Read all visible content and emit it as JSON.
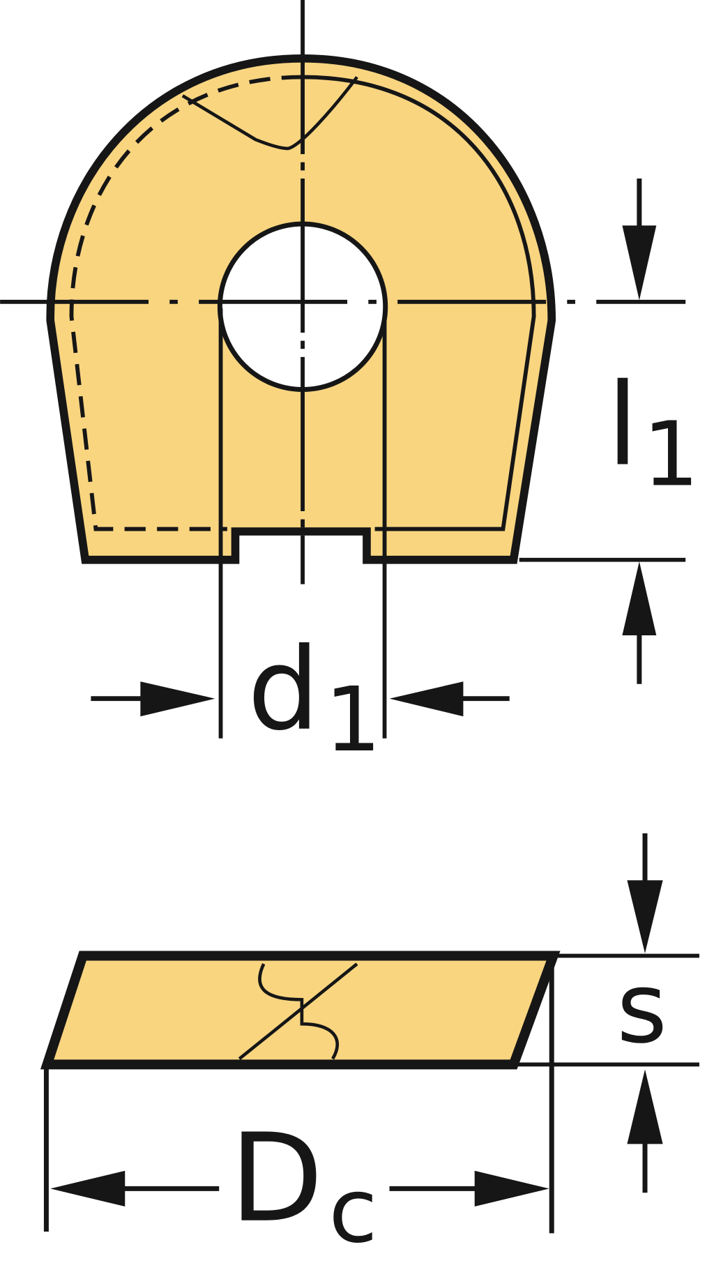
{
  "colors": {
    "insert_fill": "#F9D580",
    "line": "#161616"
  },
  "labels": {
    "l1_main": "l",
    "l1_sub": "1",
    "d1_main": "d",
    "d1_sub": "1",
    "s": "s",
    "dc_main": "D",
    "dc_sub": "c"
  }
}
